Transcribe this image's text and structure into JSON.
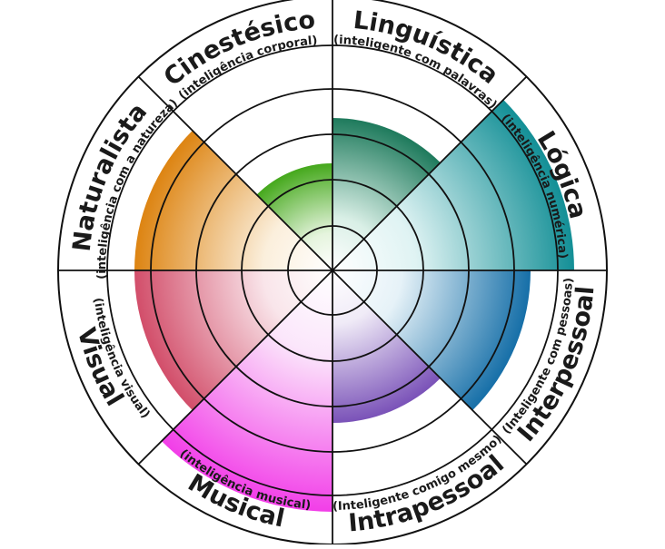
{
  "diagram": {
    "rings": 5,
    "sectors": [
      {
        "id": "linguistica",
        "title": "Linguística",
        "subtitle": "(inteligente com palavras)",
        "level": 3,
        "color_outer": "#1e7a5c",
        "color_inner": "#d9efe6"
      },
      {
        "id": "logica",
        "title": "Lógica",
        "subtitle": "(inteligência numérica)",
        "level": 5,
        "color_outer": "#138f96",
        "color_inner": "#dff3f3"
      },
      {
        "id": "interpessoal",
        "title": "Interpessoal",
        "subtitle": "(Inteligente com pessoas)",
        "level": 4,
        "color_outer": "#166fa8",
        "color_inner": "#e6f2f8"
      },
      {
        "id": "intrapessoal",
        "title": "Intrapessoal",
        "subtitle": "(Inteligente comigo mesmo)",
        "level": 3,
        "color_outer": "#7a52b8",
        "color_inner": "#f0ebf7"
      },
      {
        "id": "musical",
        "title": "Musical",
        "subtitle": "(inteligência musical)",
        "level": 5,
        "color_outer": "#f23ee8",
        "color_inner": "#fbe6fb"
      },
      {
        "id": "visual",
        "title": "Visual",
        "subtitle": "(inteligência visual)",
        "level": 4,
        "color_outer": "#d24e6a",
        "color_inner": "#f9e5ea"
      },
      {
        "id": "naturalista",
        "title": "Naturalista",
        "subtitle": "(inteligência com a natureza)",
        "level": 4,
        "color_outer": "#dd8412",
        "color_inner": "#fbefdc"
      },
      {
        "id": "cinestesico",
        "title": "Cinestésico",
        "subtitle": "(inteligência corporal)",
        "level": 2,
        "color_outer": "#45a81c",
        "color_inner": "#e5f4dd"
      }
    ]
  }
}
